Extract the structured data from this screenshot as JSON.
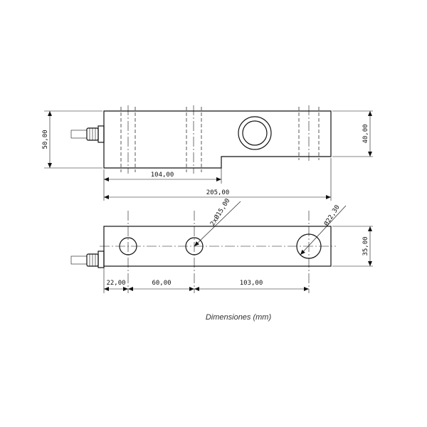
{
  "drawing": {
    "top_view": {
      "height_left": "50,00",
      "height_right": "40,00",
      "length_step": "104,00",
      "length_total": "205,00"
    },
    "bottom_view": {
      "hole_small": "2xØ15,00",
      "hole_large": "Ø22,30",
      "width": "35,00",
      "offset_1": "22,00",
      "offset_2": "60,00",
      "offset_3": "103,00"
    },
    "caption": "Dimensiones (mm)"
  }
}
